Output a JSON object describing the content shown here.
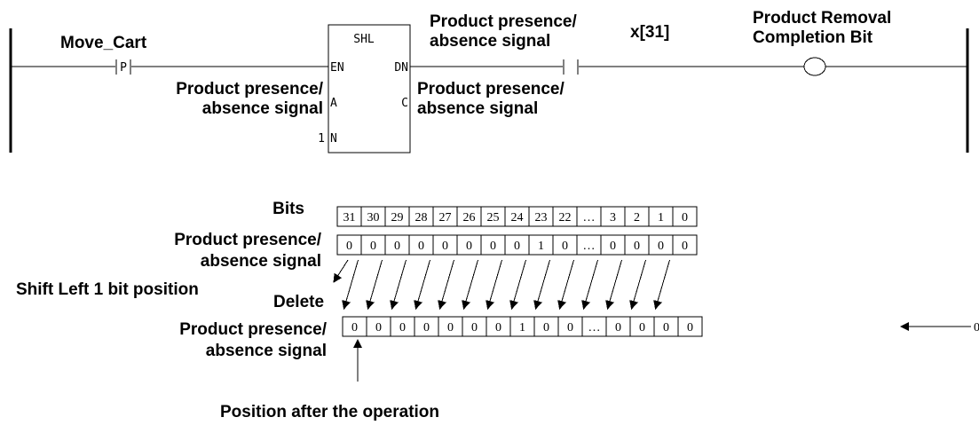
{
  "ladder": {
    "input_contact": "Move_Cart",
    "contact_type": "P",
    "block_name": "SHL",
    "pin_en": "EN",
    "pin_dn": "DN",
    "pin_a": "A",
    "pin_c": "C",
    "pin_n": "N",
    "n_value": "1",
    "operand_a_line1": "Product presence/",
    "operand_a_line2": "absence signal",
    "operand_c_line1": "Product presence/",
    "operand_c_line2": "absence signal",
    "contact2_line1": "Product presence/",
    "contact2_line2": "absence signal",
    "contact2_bit": "x[31]",
    "coil_line1": "Product Removal",
    "coil_line2": "Completion Bit"
  },
  "shift_diagram": {
    "bits_label": "Bits",
    "bits": [
      "31",
      "30",
      "29",
      "28",
      "27",
      "26",
      "25",
      "24",
      "23",
      "22",
      "…",
      "3",
      "2",
      "1",
      "0"
    ],
    "before_values": [
      "0",
      "0",
      "0",
      "0",
      "0",
      "0",
      "0",
      "0",
      "1",
      "0",
      "…",
      "0",
      "0",
      "0",
      "0"
    ],
    "after_values": [
      "0",
      "0",
      "0",
      "0",
      "0",
      "0",
      "0",
      "1",
      "0",
      "0",
      "…",
      "0",
      "0",
      "0",
      "0"
    ],
    "before_label_line1": "Product presence/",
    "before_label_line2": "absence signal",
    "after_label_line1": "Product presence/",
    "after_label_line2": "absence signal",
    "shift_label": "Shift Left 1 bit position",
    "delete_label": "Delete",
    "fill_value": "0",
    "position_label": "Position after the operation"
  }
}
